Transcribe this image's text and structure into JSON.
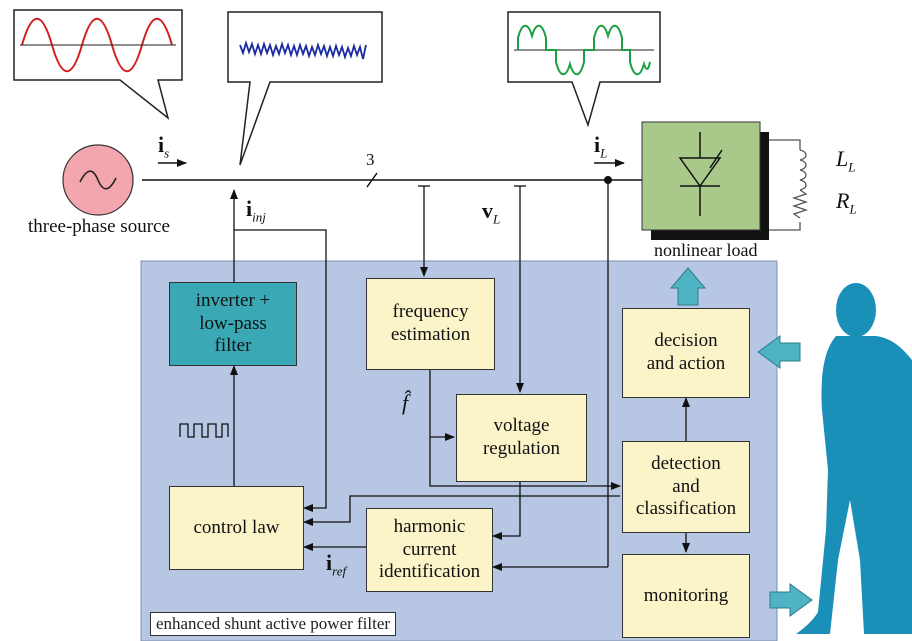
{
  "source": {
    "label": "three-phase source"
  },
  "load": {
    "label": "nonlinear load",
    "inductance": "L",
    "inductance_sub": "L",
    "resistance": "R",
    "resistance_sub": "L"
  },
  "signals": {
    "is_main": "i",
    "is_sub": "s",
    "iinj_main": "i",
    "iinj_sub": "inj",
    "iL_main": "i",
    "iL_sub": "L",
    "vL_main": "v",
    "vL_sub": "L",
    "iref_main": "i",
    "iref_sub": "ref",
    "fhat": "f̂",
    "phases": "3"
  },
  "blocks": {
    "inverter": [
      "inverter +",
      "low-pass",
      "filter"
    ],
    "control_law": [
      "control law"
    ],
    "frequency": [
      "frequency",
      "estimation"
    ],
    "voltage": [
      "voltage",
      "regulation"
    ],
    "harmonic": [
      "harmonic",
      "current",
      "identification"
    ],
    "decision": [
      "decision",
      "and action"
    ],
    "detection": [
      "detection",
      "and",
      "classification"
    ],
    "monitoring": [
      "monitoring"
    ]
  },
  "filter_caption": "enhanced shunt active power filter",
  "colors": {
    "panel": "#b7c6e2",
    "block": "#faf4c8",
    "inverter": "#3aa9b5",
    "load": "#a9c98a",
    "source": "#f3a6ad",
    "arrow": "#4fb3c4",
    "person": "#1a8fb8",
    "wave_red": "#d42020",
    "wave_blue": "#1a2aa0",
    "wave_green": "#1aa040"
  }
}
